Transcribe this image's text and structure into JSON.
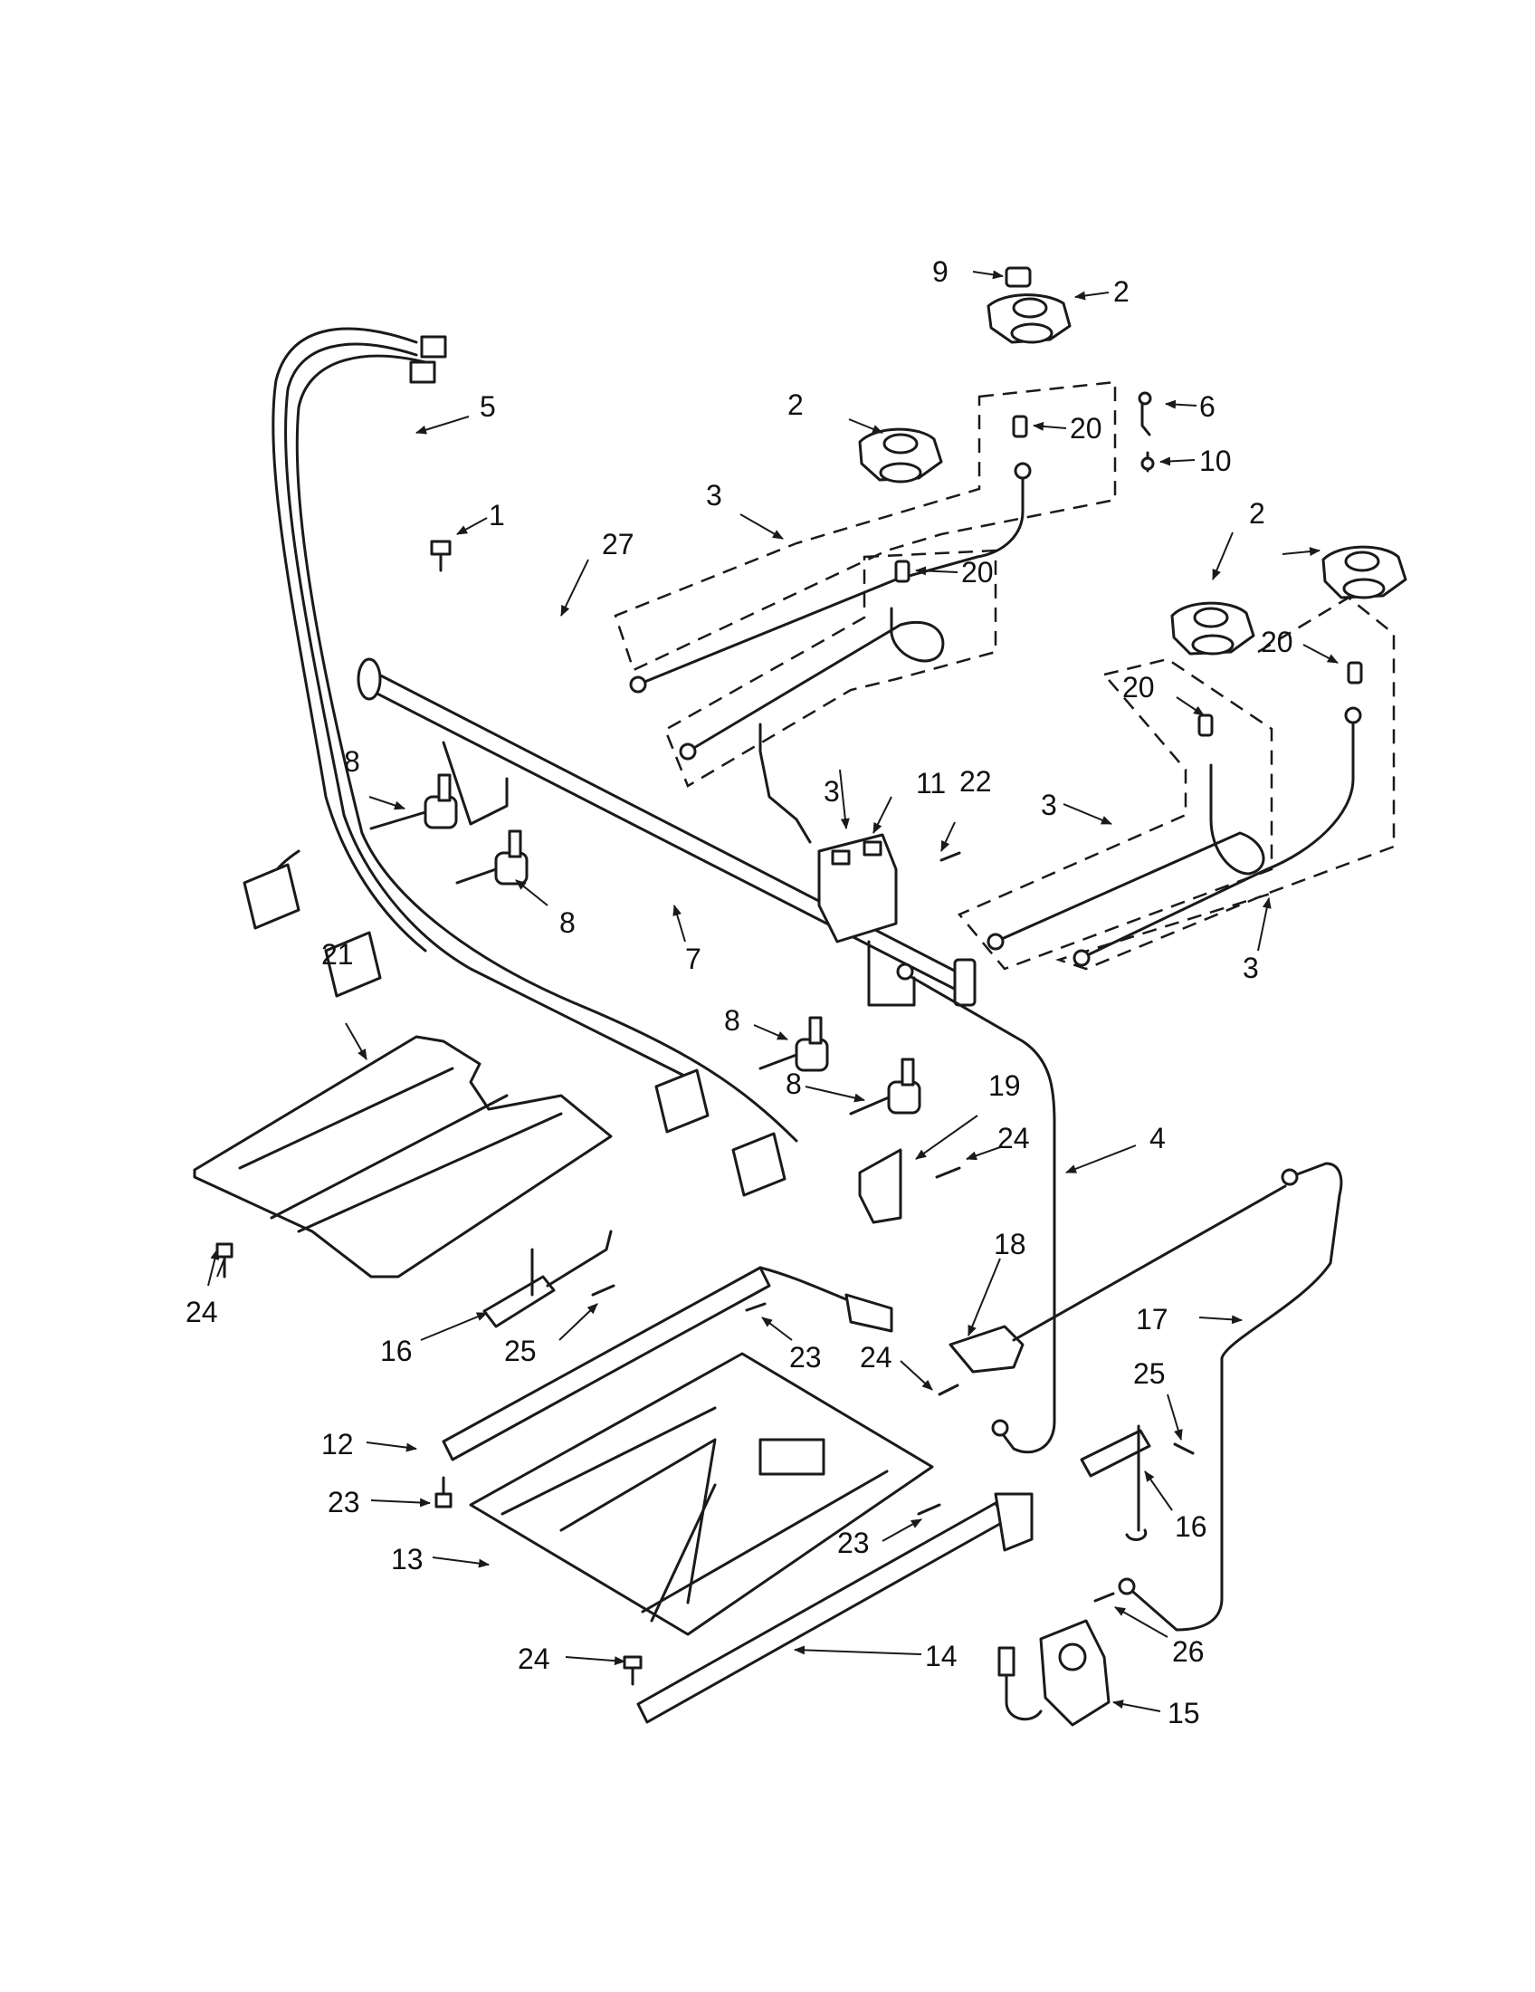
{
  "diagram": {
    "callouts": [
      {
        "id": "c9",
        "label": "9"
      },
      {
        "id": "c2a",
        "label": "2"
      },
      {
        "id": "c6",
        "label": "6"
      },
      {
        "id": "c10",
        "label": "10"
      },
      {
        "id": "c2b",
        "label": "2"
      },
      {
        "id": "c20a",
        "label": "20"
      },
      {
        "id": "c5",
        "label": "5"
      },
      {
        "id": "c1",
        "label": "1"
      },
      {
        "id": "c3a",
        "label": "3"
      },
      {
        "id": "c27",
        "label": "27"
      },
      {
        "id": "c20b",
        "label": "20"
      },
      {
        "id": "c2c",
        "label": "2"
      },
      {
        "id": "c20c",
        "label": "20"
      },
      {
        "id": "c20d",
        "label": "20"
      },
      {
        "id": "c11",
        "label": "11"
      },
      {
        "id": "c22",
        "label": "22"
      },
      {
        "id": "c3b",
        "label": "3"
      },
      {
        "id": "c3c",
        "label": "3"
      },
      {
        "id": "c8a",
        "label": "8"
      },
      {
        "id": "c8b",
        "label": "8"
      },
      {
        "id": "c7",
        "label": "7"
      },
      {
        "id": "c3d",
        "label": "3"
      },
      {
        "id": "c21",
        "label": "21"
      },
      {
        "id": "c8c",
        "label": "8"
      },
      {
        "id": "c8d",
        "label": "8"
      },
      {
        "id": "c19",
        "label": "19"
      },
      {
        "id": "c24a",
        "label": "24"
      },
      {
        "id": "c4",
        "label": "4"
      },
      {
        "id": "c24b",
        "label": "24"
      },
      {
        "id": "c18",
        "label": "18"
      },
      {
        "id": "c16a",
        "label": "16"
      },
      {
        "id": "c25a",
        "label": "25"
      },
      {
        "id": "c23a",
        "label": "23"
      },
      {
        "id": "c24c",
        "label": "24"
      },
      {
        "id": "c17",
        "label": "17"
      },
      {
        "id": "c25b",
        "label": "25"
      },
      {
        "id": "c12",
        "label": "12"
      },
      {
        "id": "c23b",
        "label": "23"
      },
      {
        "id": "c16b",
        "label": "16"
      },
      {
        "id": "c13",
        "label": "13"
      },
      {
        "id": "c23c",
        "label": "23"
      },
      {
        "id": "c26",
        "label": "26"
      },
      {
        "id": "c24d",
        "label": "24"
      },
      {
        "id": "c14",
        "label": "14"
      },
      {
        "id": "c15",
        "label": "15"
      }
    ]
  }
}
